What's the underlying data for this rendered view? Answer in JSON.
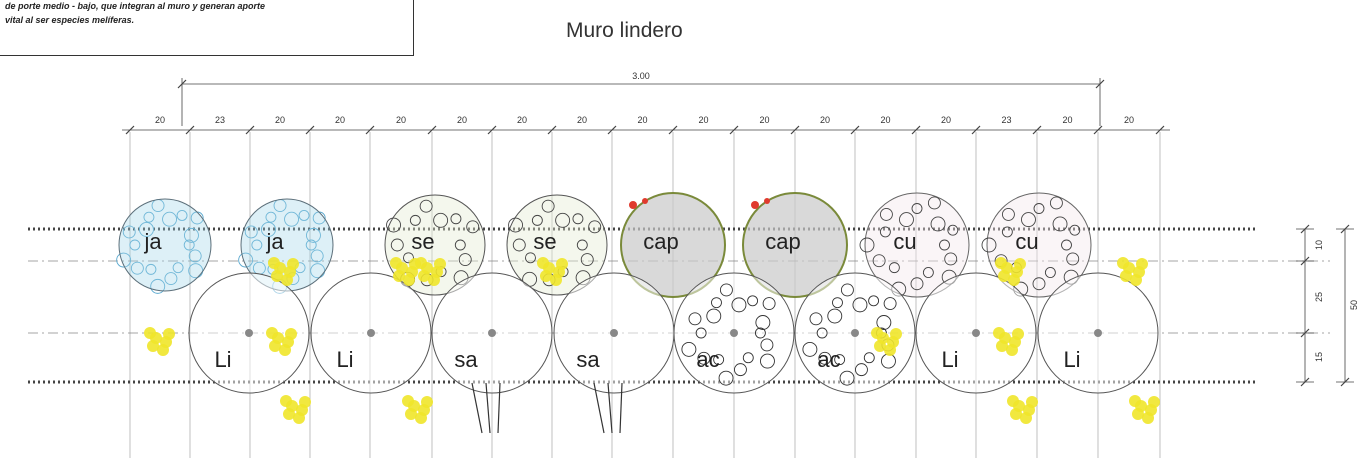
{
  "note": {
    "line1": "de porte medio - bajo, que integran al muro y generan aporte",
    "line2": "vital  al ser especies melíferas."
  },
  "title": "Muro lindero",
  "dimensions": {
    "total": "3.00",
    "columns": [
      "20",
      "23",
      "20",
      "20",
      "20",
      "20",
      "20",
      "20",
      "20",
      "20",
      "20",
      "20",
      "20",
      "20",
      "23",
      "20",
      "20"
    ],
    "side": [
      "10",
      "25",
      "15"
    ],
    "side_total": "50"
  },
  "plants": {
    "row1": [
      "ja",
      "ja",
      "se",
      "se",
      "cap",
      "cap",
      "cu",
      "cu"
    ],
    "row2": [
      "Li",
      "Li",
      "sa",
      "sa",
      "ac",
      "ac",
      "Li",
      "Li"
    ]
  },
  "colors": {
    "ja": "#9fd3e8",
    "se": "#e4ecd2",
    "cap": "#c9c9c9",
    "cu": "#f3e6ea",
    "Li": "#ffffff",
    "yellow": "#f0e52a",
    "red": "#e03a2e"
  }
}
